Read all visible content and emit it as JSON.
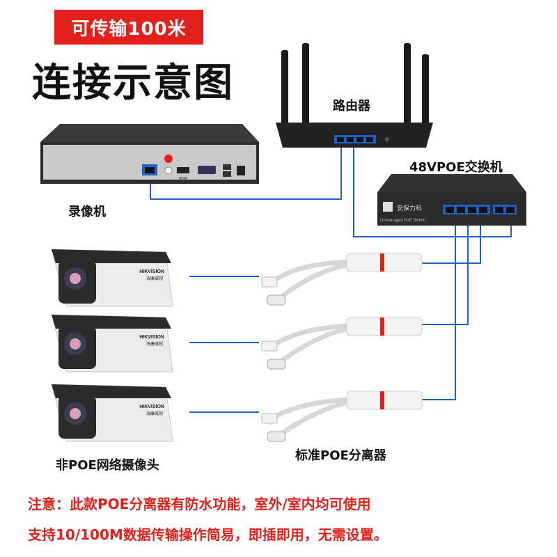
{
  "badge": "可传输100米",
  "title": "连接示意图",
  "labels": {
    "router": "路由器",
    "switch": "48VPOE交换机",
    "nvr": "录像机",
    "cameras": "非POE网络摄像头",
    "splitter": "标准POE分离器"
  },
  "device_text": {
    "switch_brand": "安保力科",
    "switch_model": "Unmanaged PoE Switch",
    "camera_brand": "HIKVISION",
    "camera_brand_cn": "海康威视",
    "nvr_hdmi": "HDMI"
  },
  "notes": [
    "注意：此款POE分离器有防水功能，室外/室内均可使用",
    "支持10/100M数据传输操作简易，即插即用，无需设置。"
  ],
  "colors": {
    "accent": "#e3211c",
    "cable": "#1f5fc8",
    "device_dark": "#2b2b2b",
    "camera_body": "#ececec"
  }
}
